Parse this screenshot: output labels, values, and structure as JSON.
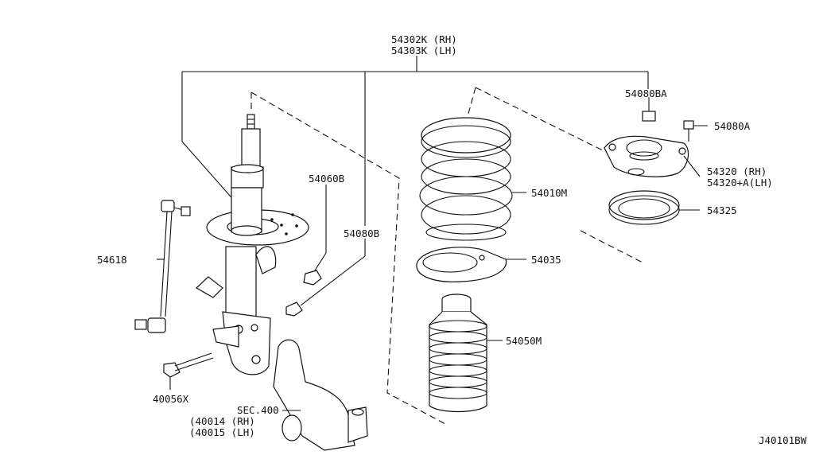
{
  "labels": {
    "strut_assembly_rh": "54302K (RH)",
    "strut_assembly_lh": "54303K (LH)",
    "bumper_nut": "54080BA",
    "mount_bolt": "54080A",
    "mount_insulator_rh": "54320 (RH)",
    "mount_insulator_lh": "54320+A(LH)",
    "bearing": "54325",
    "coil_spring": "54010M",
    "spring_seat": "54035",
    "bound_bumper": "54050M",
    "nut_54060b": "54060B",
    "nut_54080b": "54080B",
    "stabilizer_link": "54618",
    "knuckle_bolt": "40056X",
    "section_ref": "SEC.400",
    "knuckle_rh": "(40014 (RH)",
    "knuckle_lh": "(40015 (LH)",
    "diagram_code": "J40101BW"
  }
}
